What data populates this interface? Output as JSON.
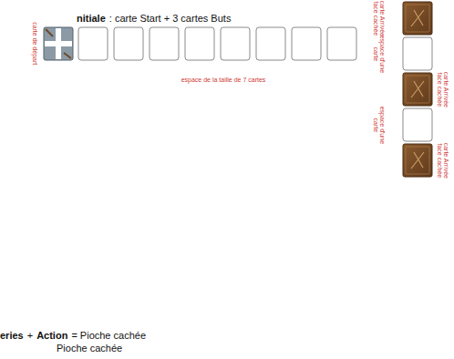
{
  "diagram": {
    "labels": [
      "nitiale",
      ": carte Start + 3 cartes Buts",
      "carte de départ",
      "espace de la taille de 7 cartes",
      "carte Arrivée face cachée",
      "espace d'une carte",
      "carte Arrivée face cachée",
      "espace d'une carte",
      "carte Arrivée face cachée",
      "eries",
      "+",
      "Action",
      "= Pioche cachée",
      "Pioche cachée"
    ]
  }
}
